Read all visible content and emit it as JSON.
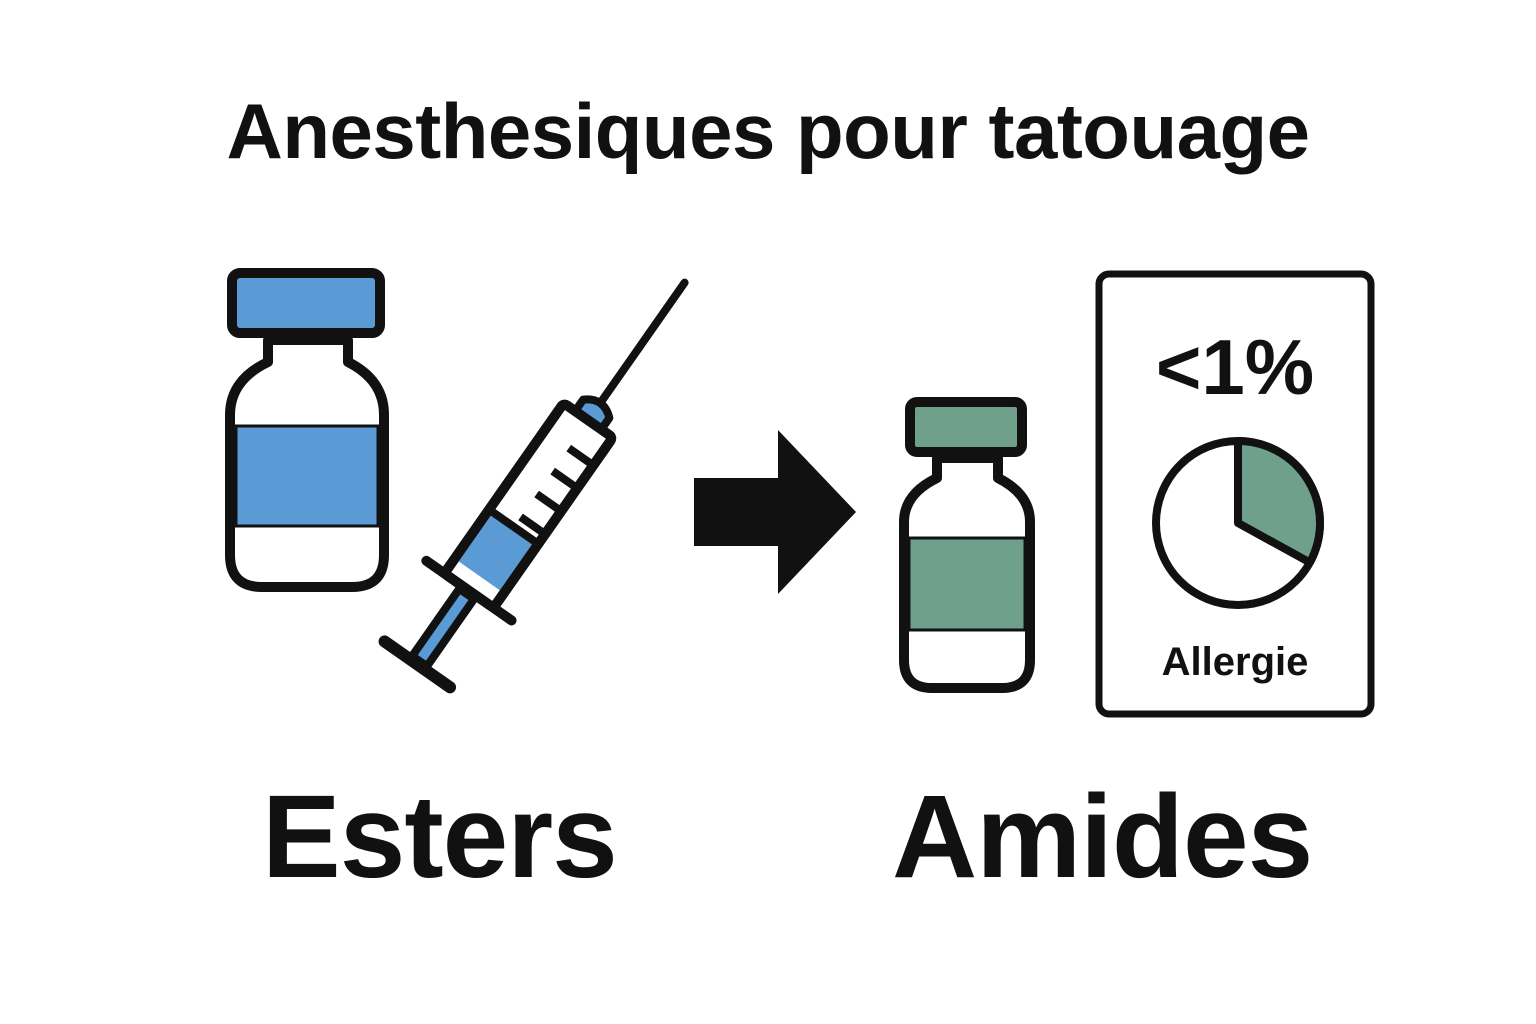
{
  "title": "Anesthesiques pour tatouage",
  "esters": {
    "label": "Esters",
    "color": "#5b9bd5"
  },
  "amides": {
    "label": "Amides",
    "color": "#6fa08c"
  },
  "arrow": {
    "icon": "right-arrow-icon"
  },
  "allergy_card": {
    "value_label": "<1%",
    "caption": "Allergie",
    "pie_fraction": 0.33,
    "pie_color": "#6fa08c"
  },
  "icons": [
    "vial-icon",
    "syringe-icon",
    "right-arrow-icon",
    "vial-icon",
    "pie-chart-icon"
  ]
}
